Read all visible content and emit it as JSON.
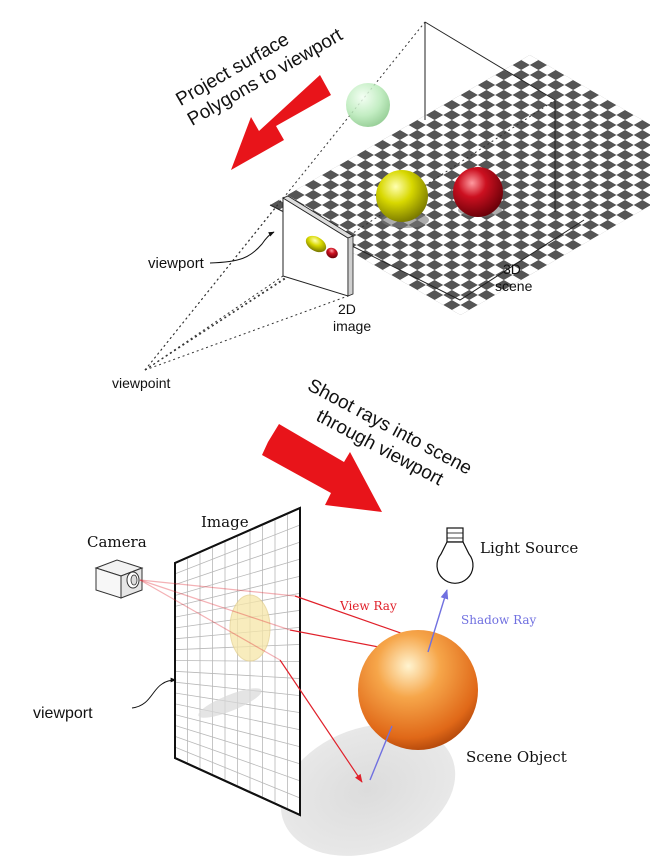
{
  "top_diagram": {
    "projection_caption_line1": "Project surface",
    "projection_caption_line2": "Polygons to viewport",
    "viewport_label": "viewport",
    "viewpoint_label": "viewpoint",
    "image_label_line1": "2D",
    "image_label_line2": "image",
    "scene_label_line1": "3D",
    "scene_label_line2": "scene",
    "colors": {
      "arrow": "#e8141a",
      "green_sphere": "#b6e8b6",
      "yellow_sphere": "#d4d400",
      "red_sphere": "#c8101e"
    }
  },
  "bottom_diagram": {
    "raytrace_caption_line1": "Shoot rays into scene",
    "raytrace_caption_line2": "through viewport",
    "camera_label": "Camera",
    "image_label": "Image",
    "light_source_label": "Light Source",
    "view_ray_label": "View Ray",
    "shadow_ray_label": "Shadow Ray",
    "viewport_label": "viewport",
    "scene_object_label": "Scene Object",
    "colors": {
      "view_ray": "#e0202a",
      "shadow_ray": "#7070e0",
      "sphere": "#f28a30"
    }
  }
}
